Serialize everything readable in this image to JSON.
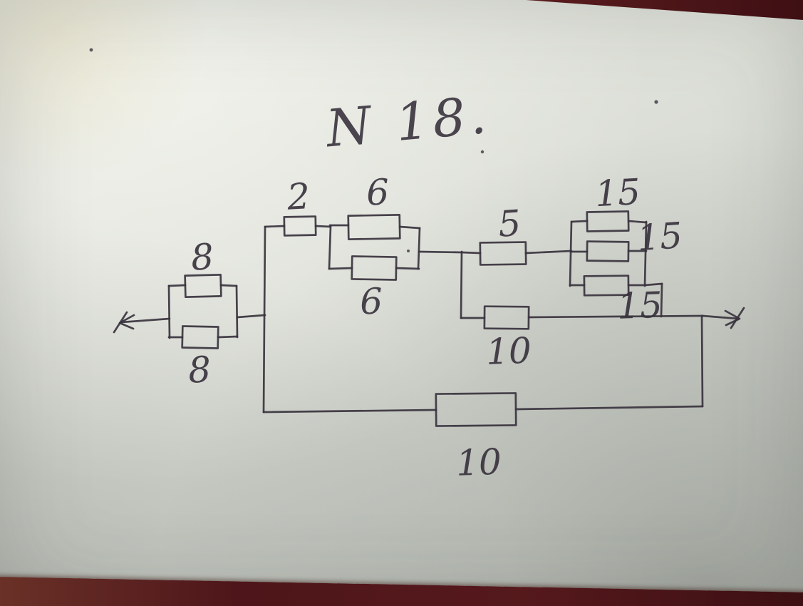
{
  "colors": {
    "ink": "#3a333e",
    "paper": "#d9dcd4",
    "backdrop": "#4a1317"
  },
  "circuit": {
    "title": "N 18.",
    "labels": {
      "r8_top": "8",
      "r8_bottom": "8",
      "r2": "2",
      "r6_top": "6",
      "r6_bottom": "6",
      "r5": "5",
      "r10_mid": "10",
      "r15_top": "15",
      "r15_mid": "15",
      "r15_bottom": "15",
      "r10_bottom": "10"
    }
  }
}
